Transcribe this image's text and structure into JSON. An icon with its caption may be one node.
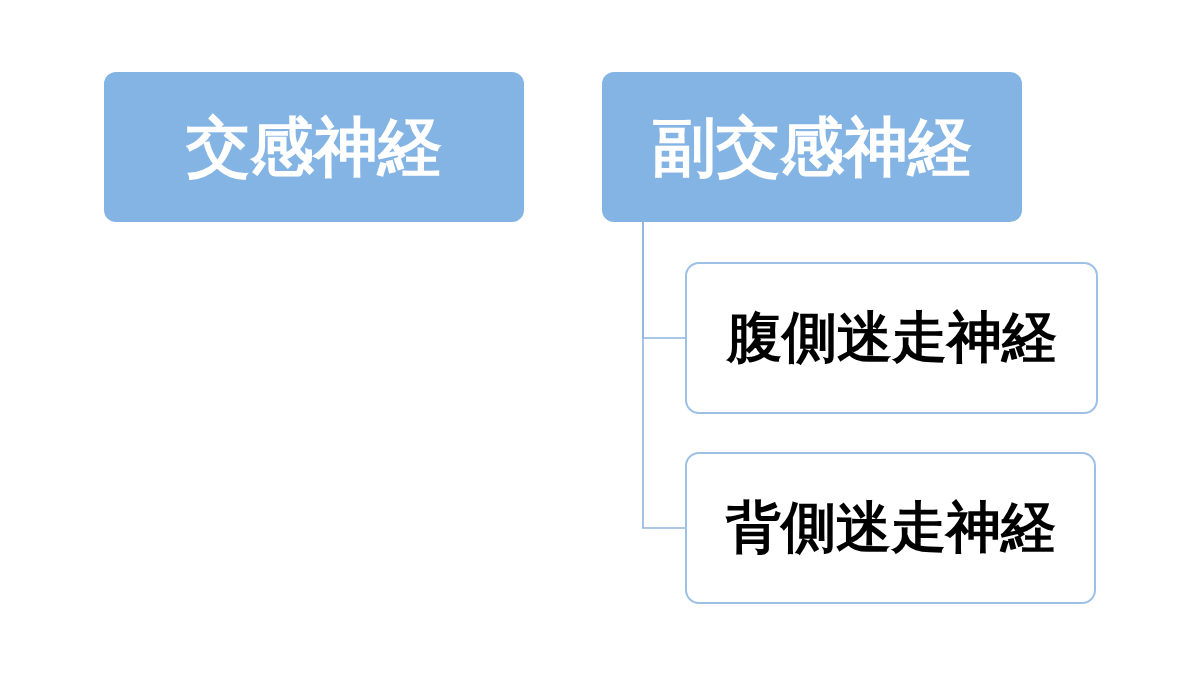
{
  "diagram": {
    "nodes": [
      {
        "text": [
          "交感神経"
        ]
      },
      {
        "text": [
          "副交感神経"
        ]
      },
      {
        "text": [
          "腹側迷走神経"
        ]
      },
      {
        "text": [
          "背側迷走神経"
        ]
      }
    ],
    "edges": [
      {
        "from": 1,
        "to": 2,
        "arrow": "none"
      },
      {
        "from": 1,
        "to": 3,
        "arrow": "none"
      }
    ]
  }
}
